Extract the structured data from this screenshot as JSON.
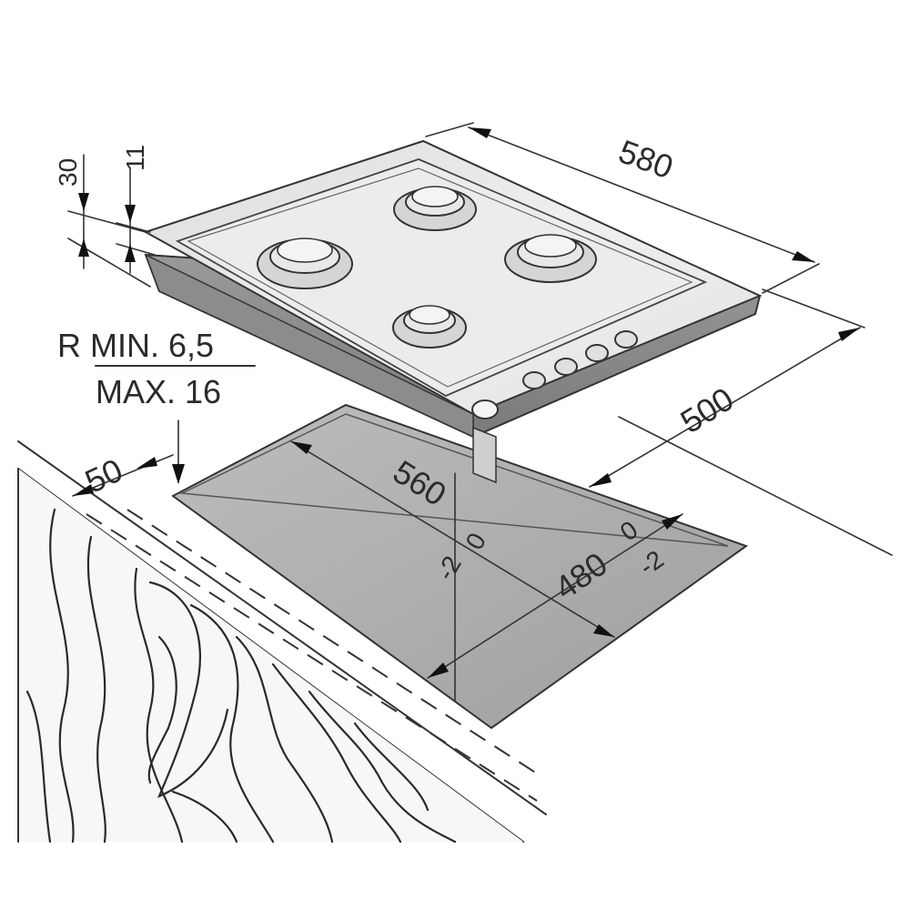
{
  "dimensions": {
    "hob_width": "580",
    "hob_depth": "500",
    "hob_height": "30",
    "hob_plate": "11",
    "cutout_width": "560",
    "cutout_depth": "480",
    "cutout_width_tol_plus": "0",
    "cutout_width_tol_minus": "-2",
    "cutout_depth_tol_plus": "0",
    "cutout_depth_tol_minus": "-2",
    "front_margin": "50"
  },
  "radius_note": {
    "line1": "R MIN. 6,5",
    "line2": "MAX. 16"
  },
  "burners": [
    "burner",
    "burner",
    "burner",
    "burner"
  ],
  "knobs": [
    "knob",
    "knob",
    "knob",
    "knob"
  ]
}
